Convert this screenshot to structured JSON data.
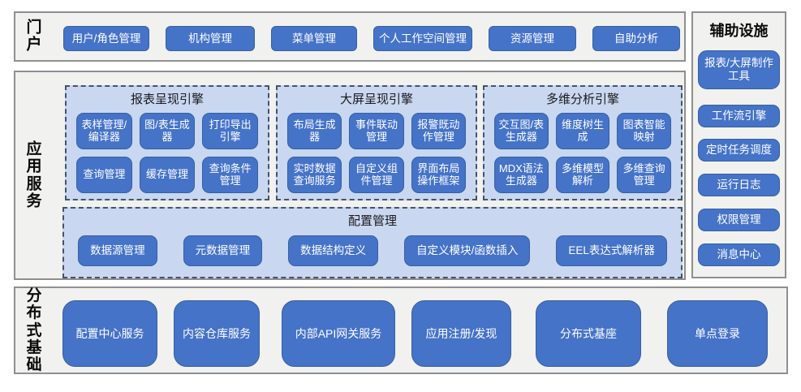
{
  "colors": {
    "button_blue": "#4573C8",
    "button_border": "#35609F",
    "panel_blue": "#C9D7F1",
    "panel_dash_border": "#44546A",
    "section_bg": "#F1F1F0",
    "section_border": "#8F8F8F"
  },
  "portal": {
    "label": "门户",
    "buttons": [
      "用户/角色管理",
      "机构管理",
      "菜单管理",
      "个人工作空间管理",
      "资源管理",
      "自助分析"
    ]
  },
  "app_services": {
    "label": "应用服务",
    "engines": [
      {
        "title": "报表呈现引擎",
        "buttons": [
          "表样管理/编译器",
          "图/表生成器",
          "打印导出引擎",
          "查询管理",
          "缓存管理",
          "查询条件管理"
        ]
      },
      {
        "title": "大屏呈现引擎",
        "buttons": [
          "布局生成器",
          "事件联动管理",
          "报警既动作管理",
          "实时数据查询服务",
          "自定义组件管理",
          "界面布局操作框架"
        ]
      },
      {
        "title": "多维分析引擎",
        "buttons": [
          "交互图/表生成器",
          "维度树生成",
          "图表智能映射",
          "MDX语法生成器",
          "多维模型解析",
          "多维查询管理"
        ]
      }
    ],
    "config": {
      "title": "配置管理",
      "buttons": [
        "数据源管理",
        "元数据管理",
        "数据结构定义",
        "自定义模块/函数插入",
        "EEL表达式解析器"
      ]
    }
  },
  "distributed": {
    "label": "分布式基础",
    "buttons": [
      "配置中心服务",
      "内容仓库服务",
      "内部API网关服务",
      "应用注册/发现",
      "分布式基座",
      "单点登录"
    ]
  },
  "sidebar": {
    "title": "辅助设施",
    "buttons": [
      "报表/大屏制作工具",
      "工作流引擎",
      "定时任务调度",
      "运行日志",
      "权限管理",
      "消息中心"
    ]
  }
}
